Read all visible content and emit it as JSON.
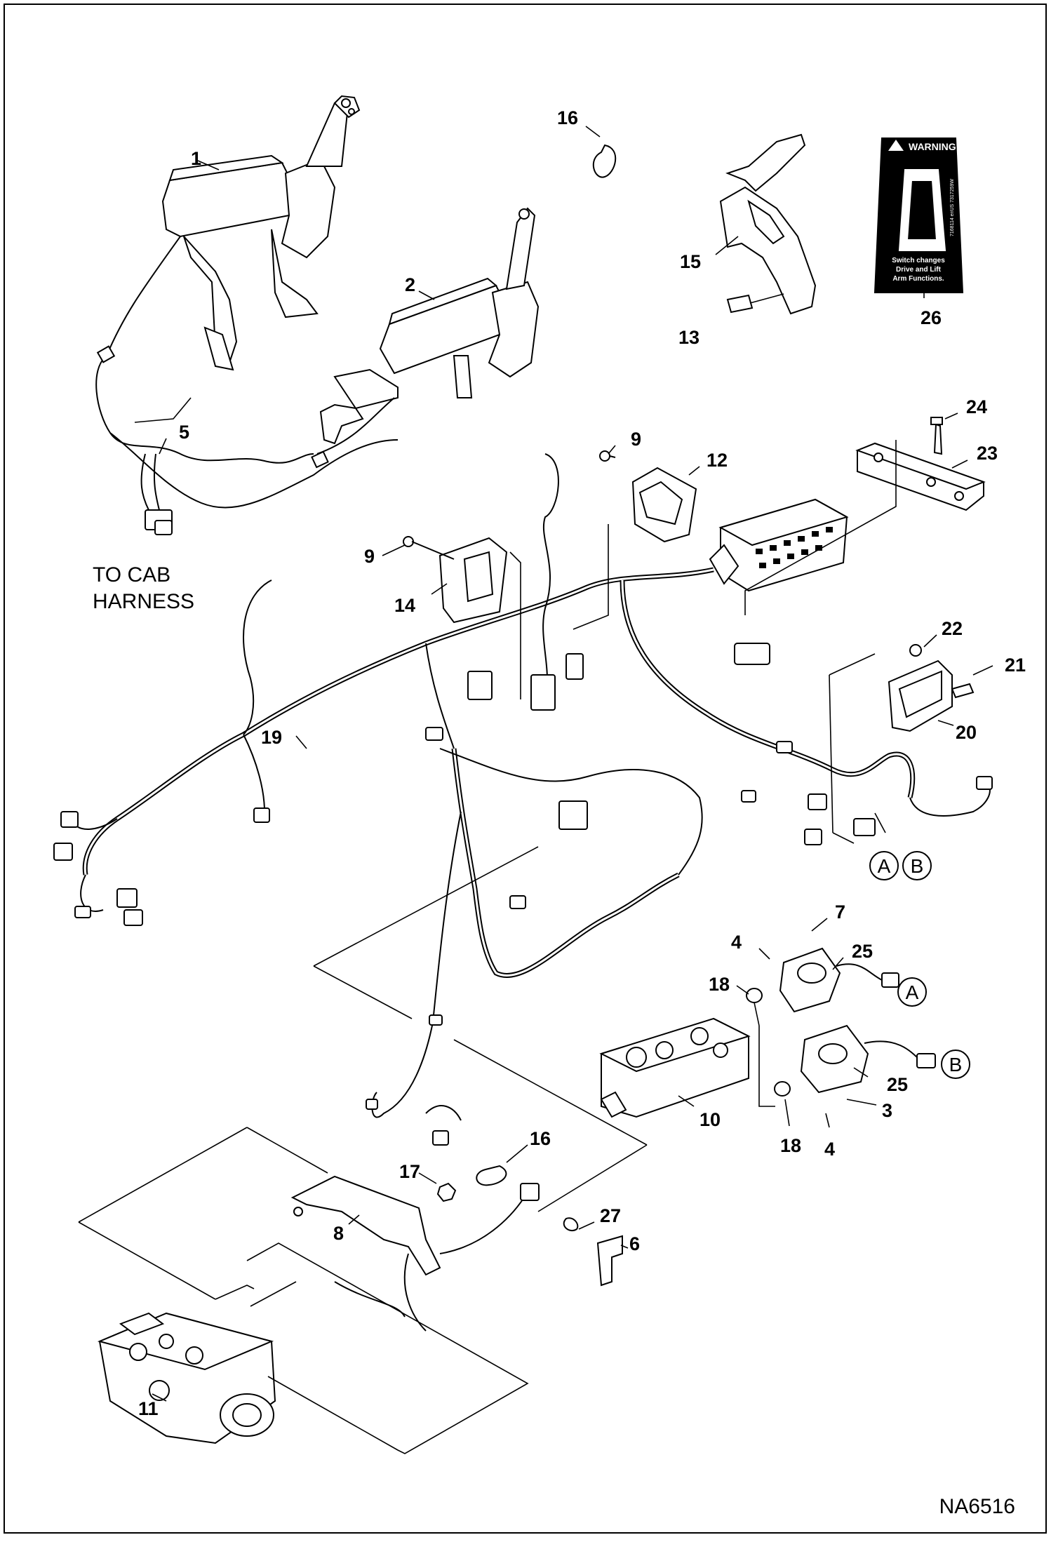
{
  "figure_id": "NA6516",
  "note_to_cab": [
    "TO CAB",
    "HARNESS"
  ],
  "decal": {
    "heading": "WARNING",
    "text": [
      "Switch changes",
      "Drive and Lift",
      "Arm Functions."
    ],
    "side_text": "7168114 enUS  7317259W"
  },
  "callouts": [
    {
      "id": "c1",
      "label": "1"
    },
    {
      "id": "c2",
      "label": "2"
    },
    {
      "id": "c3",
      "label": "3"
    },
    {
      "id": "c4a",
      "label": "4"
    },
    {
      "id": "c4b",
      "label": "4"
    },
    {
      "id": "c5",
      "label": "5"
    },
    {
      "id": "c6",
      "label": "6"
    },
    {
      "id": "c7",
      "label": "7"
    },
    {
      "id": "c8",
      "label": "8"
    },
    {
      "id": "c9a",
      "label": "9"
    },
    {
      "id": "c9b",
      "label": "9"
    },
    {
      "id": "c10",
      "label": "10"
    },
    {
      "id": "c11",
      "label": "11"
    },
    {
      "id": "c12",
      "label": "12"
    },
    {
      "id": "c13",
      "label": "13"
    },
    {
      "id": "c14",
      "label": "14"
    },
    {
      "id": "c15",
      "label": "15"
    },
    {
      "id": "c16a",
      "label": "16"
    },
    {
      "id": "c16b",
      "label": "16"
    },
    {
      "id": "c17",
      "label": "17"
    },
    {
      "id": "c18a",
      "label": "18"
    },
    {
      "id": "c18b",
      "label": "18"
    },
    {
      "id": "c19",
      "label": "19"
    },
    {
      "id": "c20",
      "label": "20"
    },
    {
      "id": "c21",
      "label": "21"
    },
    {
      "id": "c22",
      "label": "22"
    },
    {
      "id": "c23",
      "label": "23"
    },
    {
      "id": "c24",
      "label": "24"
    },
    {
      "id": "c25a",
      "label": "25"
    },
    {
      "id": "c25b",
      "label": "25"
    },
    {
      "id": "c26",
      "label": "26"
    },
    {
      "id": "c27",
      "label": "27"
    }
  ],
  "connection_refs": [
    {
      "id": "refA1",
      "label": "A"
    },
    {
      "id": "refB1",
      "label": "B"
    },
    {
      "id": "refA2",
      "label": "A"
    },
    {
      "id": "refB2",
      "label": "B"
    }
  ]
}
